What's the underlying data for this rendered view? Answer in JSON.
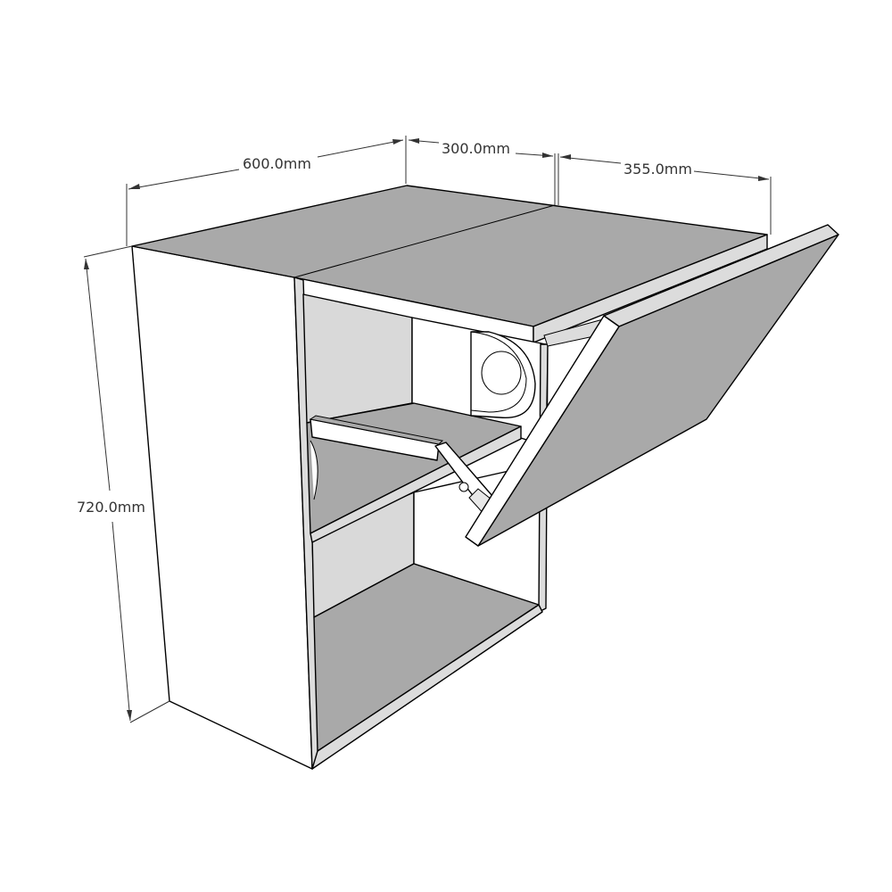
{
  "diagram": {
    "subject": "Wall cabinet with lift-up flap door and gas strut mechanism",
    "style": "isometric line drawing"
  },
  "dimensions": {
    "width": {
      "label": "600.0mm",
      "value": 600.0,
      "unit": "mm"
    },
    "depth": {
      "label": "300.0mm",
      "value": 300.0,
      "unit": "mm"
    },
    "door_projection": {
      "label": "355.0mm",
      "value": 355.0,
      "unit": "mm"
    },
    "height": {
      "label": "720.0mm",
      "value": 720.0,
      "unit": "mm"
    }
  },
  "components": {
    "top_panel": "top-panel",
    "side_panel": "left-side-panel",
    "shelf": "interior-shelf",
    "bottom_panel": "bottom-panel",
    "door": "lift-up-door",
    "lift_mechanism": "lift-mechanism",
    "gas_strut": "gas-strut-arm"
  },
  "colors": {
    "face_dark": "#a9a9a9",
    "face_light": "#dcdcdc",
    "face_white": "#ffffff",
    "face_back": "#d9d9d9",
    "edge": "#000000",
    "dimension": "#333333"
  }
}
